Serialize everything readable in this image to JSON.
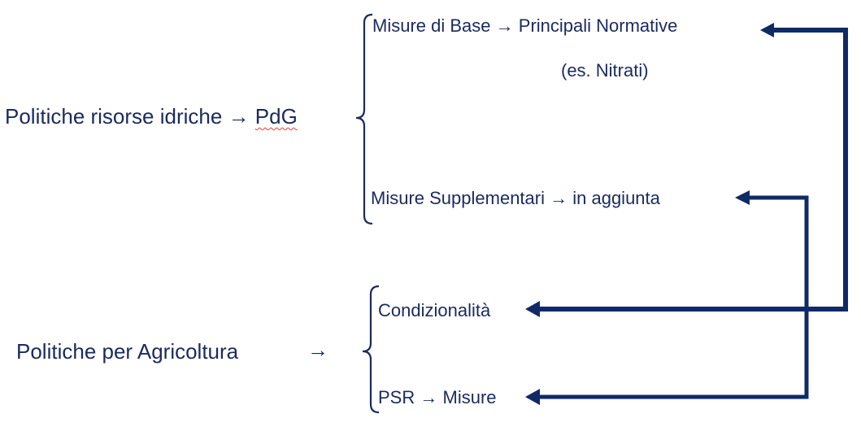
{
  "left": {
    "water_policy": "Politiche risorse idriche",
    "water_policy_arrow": "→",
    "water_policy_target": "PdG",
    "agri_policy": "Politiche per Agricoltura",
    "agri_policy_arrow": "→"
  },
  "water_branch": {
    "base_measures": "Misure di Base",
    "base_arrow": "→",
    "base_target": "Principali Normative",
    "base_example": "(es. Nitrati)",
    "supplementary": "Misure Supplementari",
    "supplementary_arrow": "→",
    "supplementary_target": "in aggiunta"
  },
  "agri_branch": {
    "conditionality": "Condizionalità",
    "psr": "PSR",
    "psr_arrow": "→",
    "psr_target": "Misure"
  },
  "colors": {
    "text": "#1b2a5e",
    "connector": "#0f2a66",
    "spellcheck": "#e04040"
  }
}
